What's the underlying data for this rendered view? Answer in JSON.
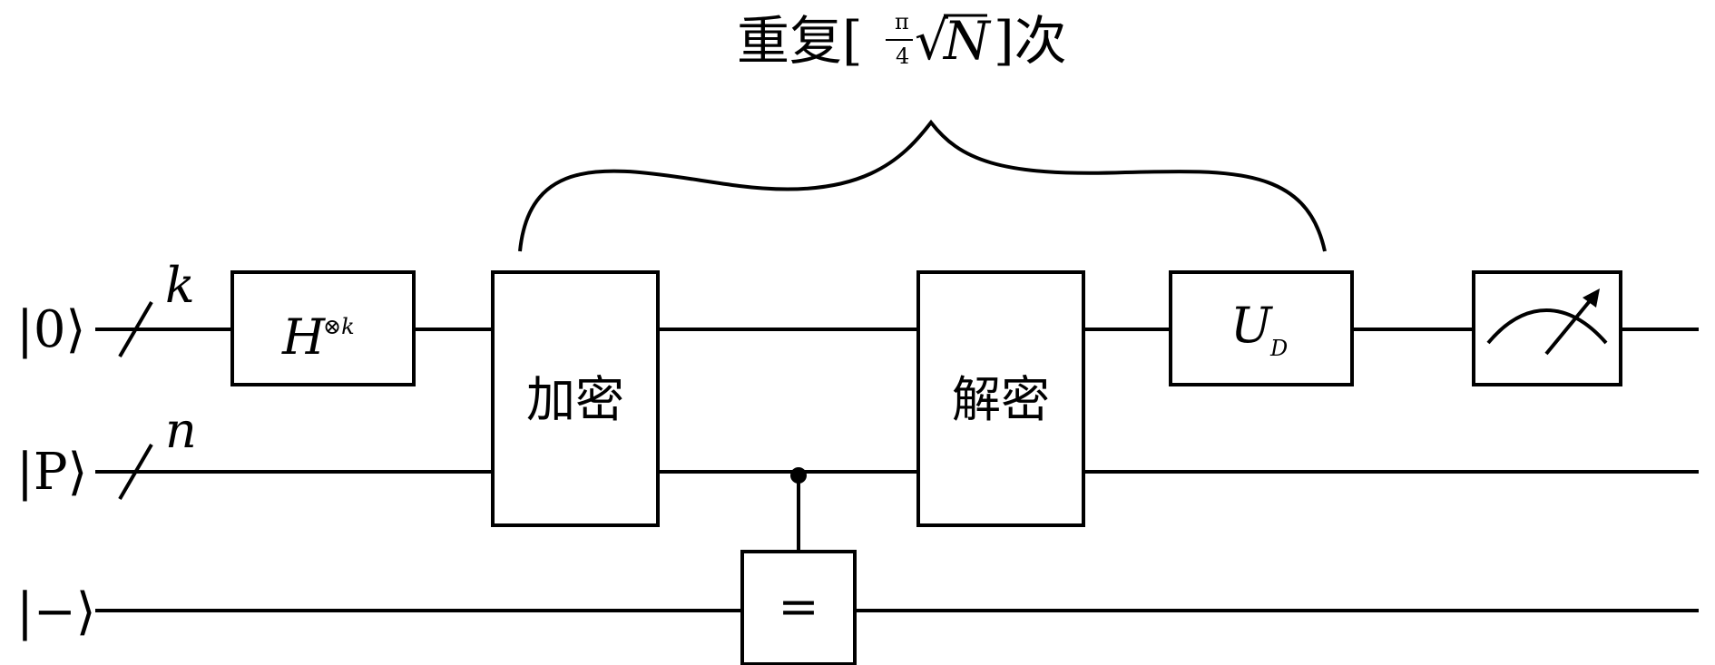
{
  "title": {
    "prefix": "重复[",
    "fraction_numerator": "π",
    "fraction_denominator": "4",
    "radical_symbol": "√",
    "radical_argument": "N",
    "suffix": "]次"
  },
  "inputs": [
    {
      "label": "|0⟩",
      "bus_count": "k"
    },
    {
      "label": "|P⟩",
      "bus_count": "n"
    },
    {
      "label": "|−⟩"
    }
  ],
  "gates": {
    "hadamard": {
      "base": "H",
      "superscript": "⊗k"
    },
    "encrypt": "加密",
    "decrypt": "解密",
    "ud": {
      "base": "U",
      "subscript": "D"
    },
    "equal": "="
  }
}
